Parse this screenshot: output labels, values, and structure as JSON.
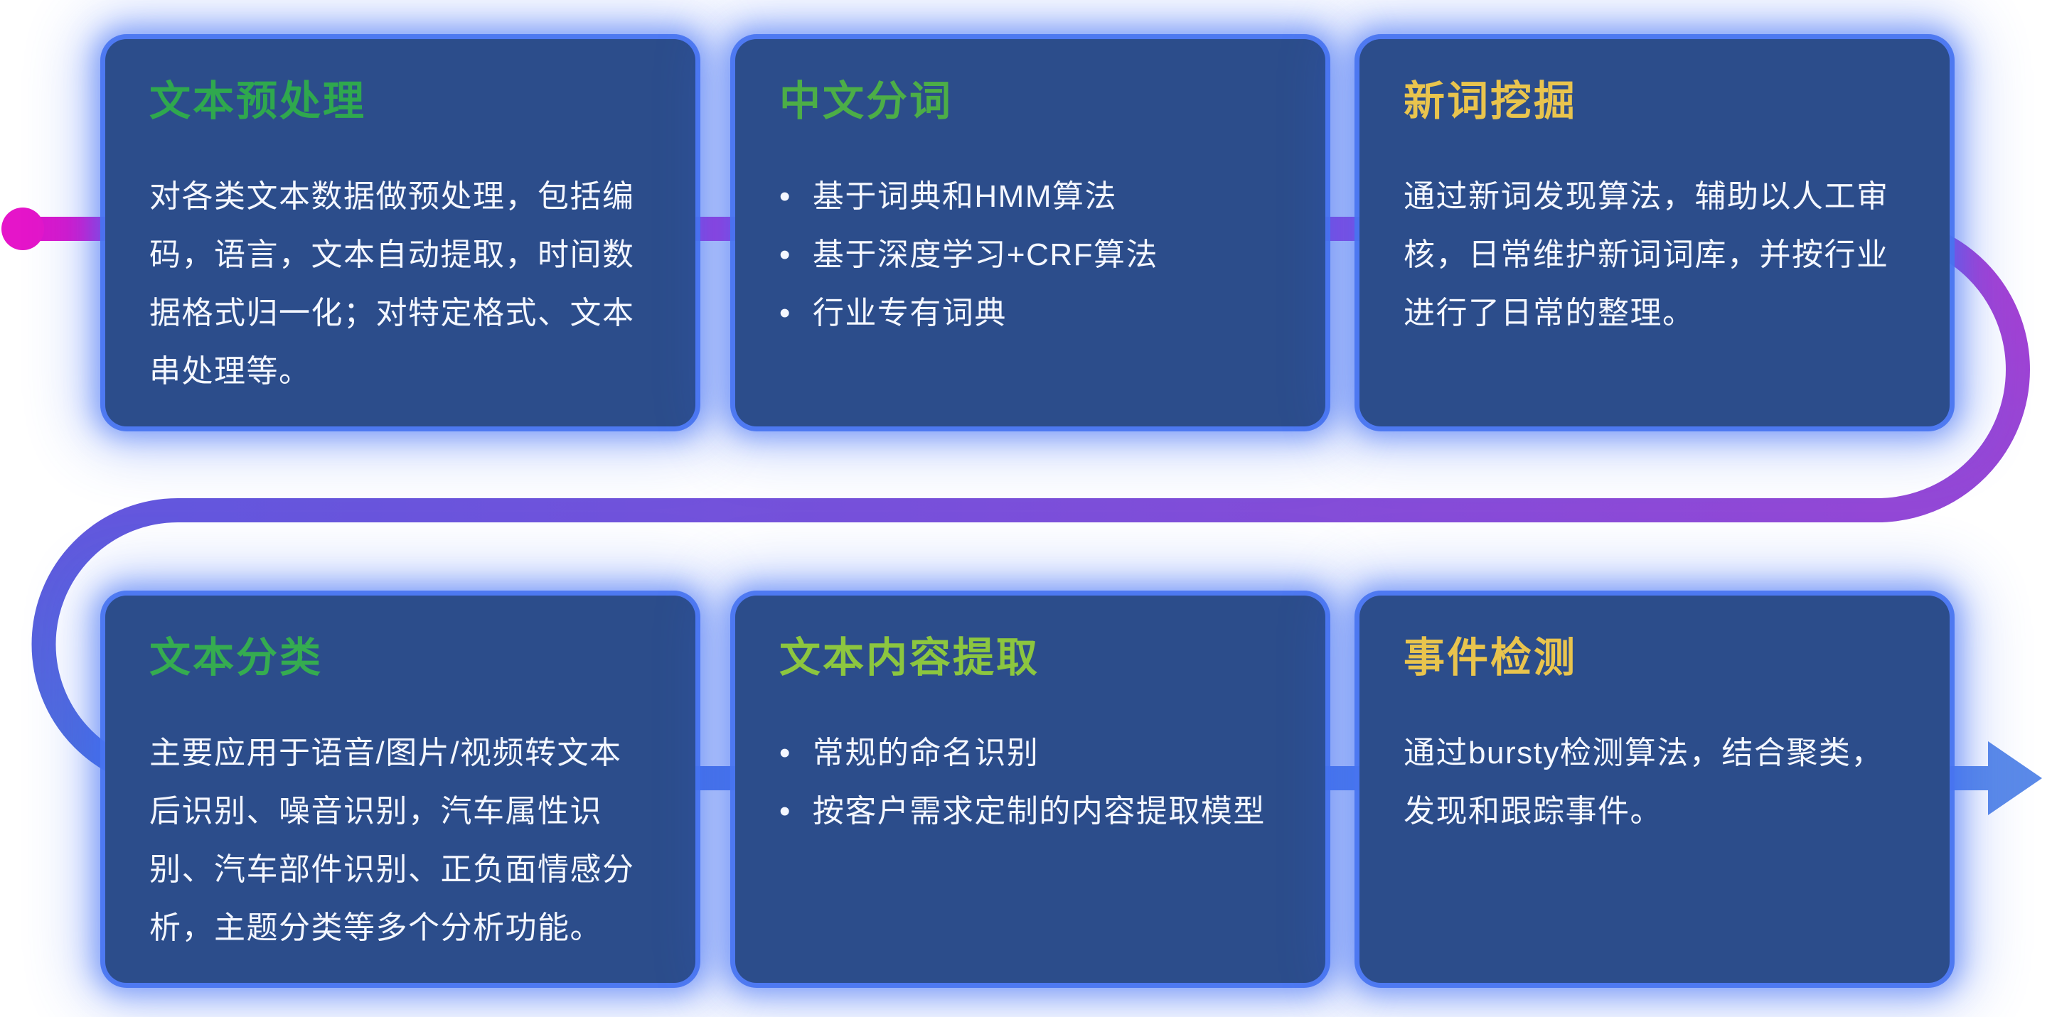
{
  "bullet_glyph": "•",
  "flow": {
    "colors": {
      "magenta": "#dd14cb",
      "purple_light": "#a83fd2",
      "purple": "#9348d6",
      "violet": "#6457dd",
      "blue": "#4a6fdd",
      "blue_light": "#5b8ae8",
      "dot": "#e515c9"
    },
    "card_background": "#2c4d8b",
    "card_glow": "#3e6ce8"
  },
  "cards": [
    {
      "id": "text-preprocessing",
      "title": "文本预处理",
      "title_color": "#2fa84e",
      "type": "paragraph",
      "body": "对各类文本数据做预处理，包括编码，语言，文本自动提取，时间数据格式归一化；对特定格式、文本串处理等。"
    },
    {
      "id": "chinese-word-segmentation",
      "title": "中文分词",
      "title_color": "#4cae47",
      "type": "bullets",
      "bullets": [
        "基于词典和HMM算法",
        "基于深度学习+CRF算法",
        "行业专有词典"
      ]
    },
    {
      "id": "new-word-mining",
      "title": "新词挖掘",
      "title_color": "#e9c44d",
      "type": "paragraph",
      "body": "通过新词发现算法，辅助以人工审核，日常维护新词词库，并按行业进行了日常的整理。"
    },
    {
      "id": "text-classification",
      "title": "文本分类",
      "title_color": "#35ac50",
      "type": "paragraph",
      "body": "主要应用于语音/图片/视频转文本后识别、噪音识别，汽车属性识别、汽车部件识别、正负面情感分析，主题分类等多个分析功能。"
    },
    {
      "id": "text-content-extraction",
      "title": "文本内容提取",
      "title_color": "#8cc63f",
      "type": "bullets",
      "bullets": [
        "常规的命名识别",
        "按客户需求定制的内容提取模型"
      ]
    },
    {
      "id": "event-detection",
      "title": "事件检测",
      "title_color": "#e9c44d",
      "type": "paragraph",
      "body": "通过bursty检测算法，结合聚类，发现和跟踪事件。"
    }
  ]
}
